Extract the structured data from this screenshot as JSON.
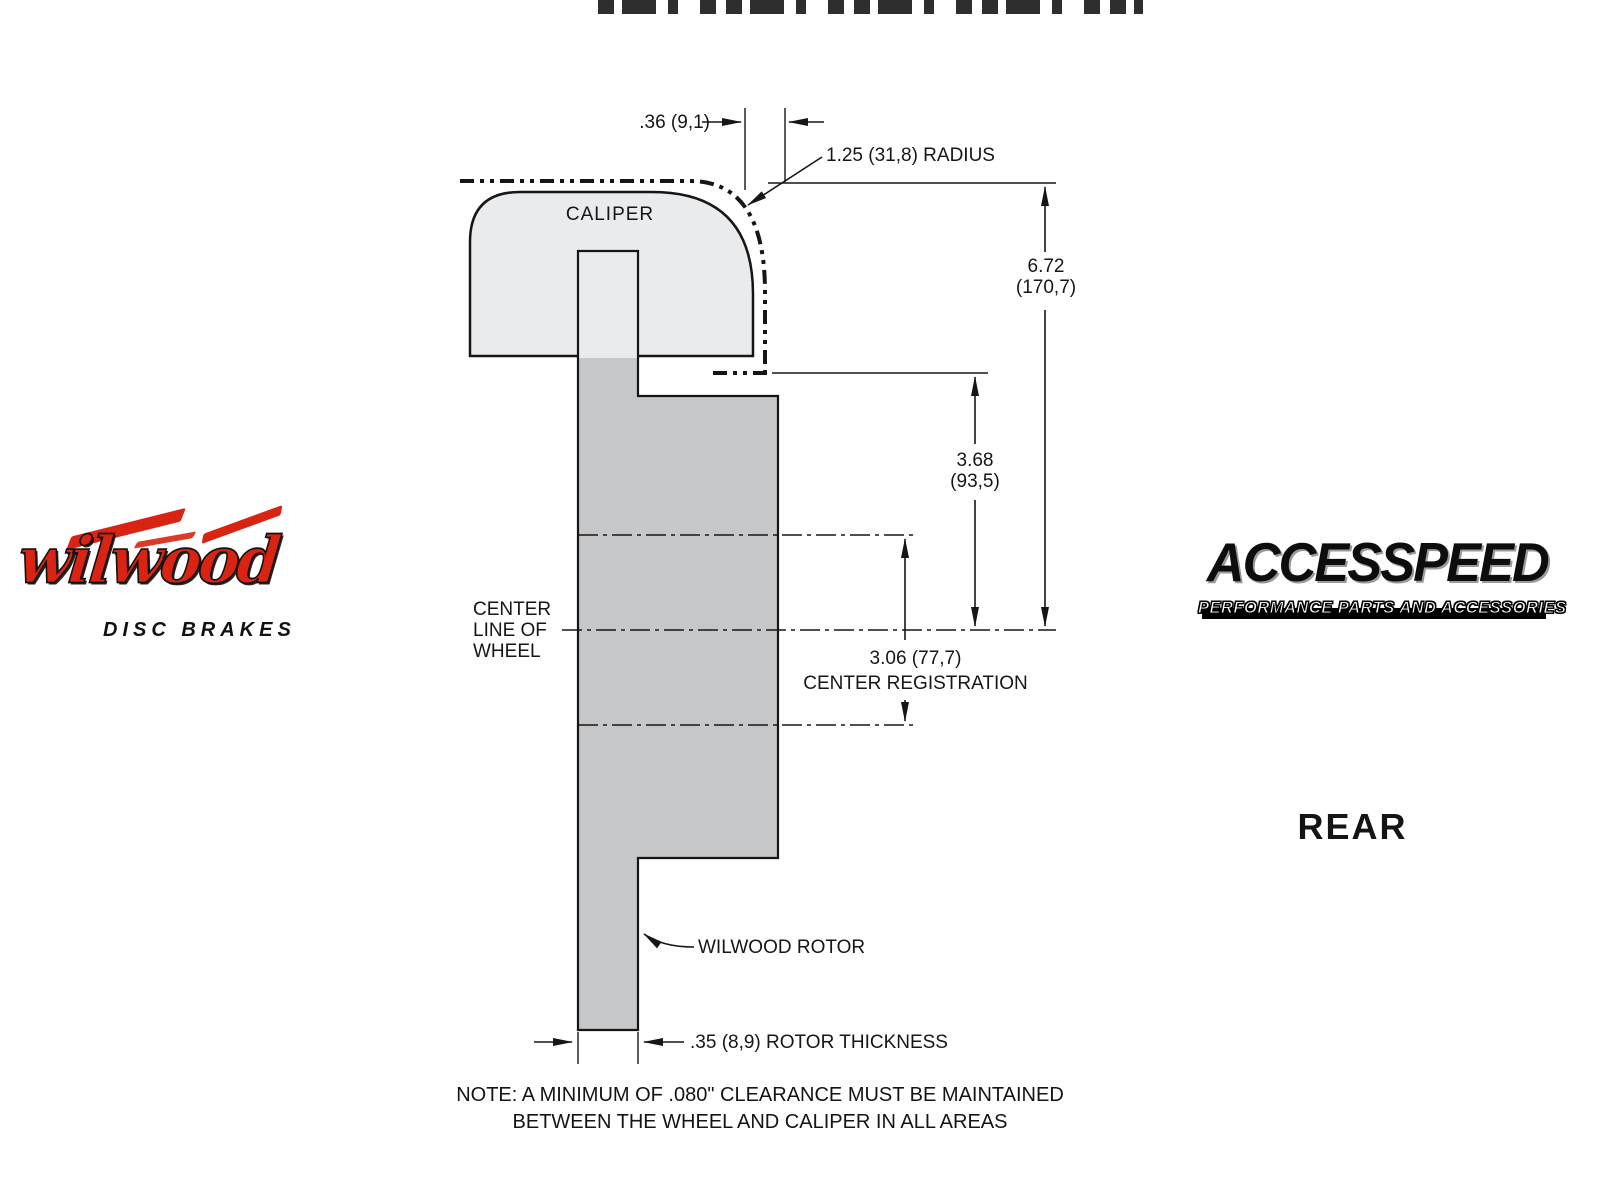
{
  "colors": {
    "background": "#ffffff",
    "caliper_fill": "#e9ebec",
    "rotor_fill": "#c5c7c9",
    "line": "#161616",
    "brand_red": "#d92313"
  },
  "diagram": {
    "caliper_label": "CALIPER",
    "dim_caliper_offset": ".36 (9,1)",
    "radius_label": "1.25 (31,8) RADIUS",
    "dim_overall": {
      "in": "6.72",
      "mm": "(170,7)"
    },
    "dim_caliper_to_center": {
      "in": "3.68",
      "mm": "(93,5)"
    },
    "center_line_label": {
      "l1": "CENTER",
      "l2": "LINE OF",
      "l3": "WHEEL"
    },
    "center_registration": {
      "value": "3.06 (77,7)",
      "caption": "CENTER REGISTRATION"
    },
    "rotor_label": "WILWOOD ROTOR",
    "rotor_thickness": ".35 (8,9) ROTOR THICKNESS",
    "note": {
      "l1": "NOTE: A MINIMUM OF .080\" CLEARANCE MUST BE MAINTAINED",
      "l2": "BETWEEN THE WHEEL AND CALIPER IN ALL AREAS"
    }
  },
  "branding": {
    "wilwood_logo": {
      "title": "wilwood",
      "subtitle": "DISC BRAKES"
    },
    "accesspeed_logo": {
      "title": "ACCESSPEED",
      "subtitle": "PERFORMANCE PARTS AND ACCESSORIES"
    },
    "view_label": "REAR"
  }
}
